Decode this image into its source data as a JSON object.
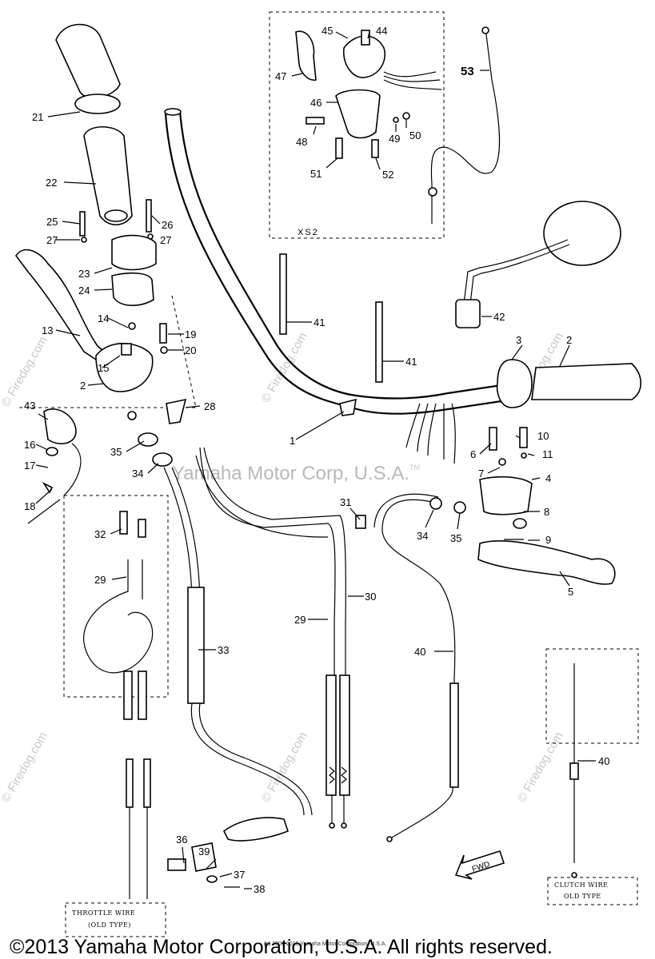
{
  "diagram": {
    "callouts": [
      {
        "id": "c21",
        "text": "21"
      },
      {
        "id": "c22",
        "text": "22"
      },
      {
        "id": "c25",
        "text": "25"
      },
      {
        "id": "c26",
        "text": "26"
      },
      {
        "id": "c27a",
        "text": "27"
      },
      {
        "id": "c27b",
        "text": "27"
      },
      {
        "id": "c23",
        "text": "23"
      },
      {
        "id": "c24",
        "text": "24"
      },
      {
        "id": "c13",
        "text": "13"
      },
      {
        "id": "c14",
        "text": "14"
      },
      {
        "id": "c19",
        "text": "19"
      },
      {
        "id": "c20",
        "text": "20"
      },
      {
        "id": "c15",
        "text": "15"
      },
      {
        "id": "c2a",
        "text": "2"
      },
      {
        "id": "c43",
        "text": "43"
      },
      {
        "id": "c16",
        "text": "16"
      },
      {
        "id": "c17",
        "text": "17"
      },
      {
        "id": "c18",
        "text": "18"
      },
      {
        "id": "c35a",
        "text": "35"
      },
      {
        "id": "c34a",
        "text": "34"
      },
      {
        "id": "c28",
        "text": "28"
      },
      {
        "id": "c32",
        "text": "32"
      },
      {
        "id": "c29a",
        "text": "29"
      },
      {
        "id": "c33",
        "text": "33"
      },
      {
        "id": "c36",
        "text": "36"
      },
      {
        "id": "c39",
        "text": "39"
      },
      {
        "id": "c37",
        "text": "37"
      },
      {
        "id": "c38",
        "text": "38"
      },
      {
        "id": "c1",
        "text": "1"
      },
      {
        "id": "c41a",
        "text": "41"
      },
      {
        "id": "c41b",
        "text": "41"
      },
      {
        "id": "c31",
        "text": "31"
      },
      {
        "id": "c29b",
        "text": "29"
      },
      {
        "id": "c30",
        "text": "30"
      },
      {
        "id": "c40a",
        "text": "40"
      },
      {
        "id": "c40b",
        "text": "40"
      },
      {
        "id": "c45",
        "text": "45"
      },
      {
        "id": "c44",
        "text": "44"
      },
      {
        "id": "c47",
        "text": "47"
      },
      {
        "id": "c46",
        "text": "46"
      },
      {
        "id": "c48",
        "text": "48"
      },
      {
        "id": "c49",
        "text": "49"
      },
      {
        "id": "c50",
        "text": "50"
      },
      {
        "id": "c51",
        "text": "51"
      },
      {
        "id": "c52",
        "text": "52"
      },
      {
        "id": "c53",
        "text": "53"
      },
      {
        "id": "c42",
        "text": "42"
      },
      {
        "id": "c3",
        "text": "3"
      },
      {
        "id": "c2b",
        "text": "2"
      },
      {
        "id": "c6",
        "text": "6"
      },
      {
        "id": "c10",
        "text": "10"
      },
      {
        "id": "c11",
        "text": "11"
      },
      {
        "id": "c7",
        "text": "7"
      },
      {
        "id": "c4",
        "text": "4"
      },
      {
        "id": "c8",
        "text": "8"
      },
      {
        "id": "c9",
        "text": "9"
      },
      {
        "id": "c5",
        "text": "5"
      },
      {
        "id": "c34b",
        "text": "34"
      },
      {
        "id": "c35b",
        "text": "35"
      }
    ],
    "xs2_label": "XS2",
    "fwd_label": "FWD",
    "throttle_box": {
      "line1": "THROTTLE WIRE",
      "line2": "(OLD TYPE)"
    },
    "clutch_box": {
      "line1": "CLUTCH WIRE",
      "line2": "OLD TYPE"
    },
    "watermark_center": "Yamaha Motor Corp, U.S.A.",
    "watermark_tm": "TM",
    "watermark_site": "© Firedog.com",
    "small_copyright": "(c) 2005-2015 Yamaha Motor Corporation, U.S.A.",
    "footer_copyright": "©2013 Yamaha Motor Corporation, U.S.A. All rights reserved."
  }
}
